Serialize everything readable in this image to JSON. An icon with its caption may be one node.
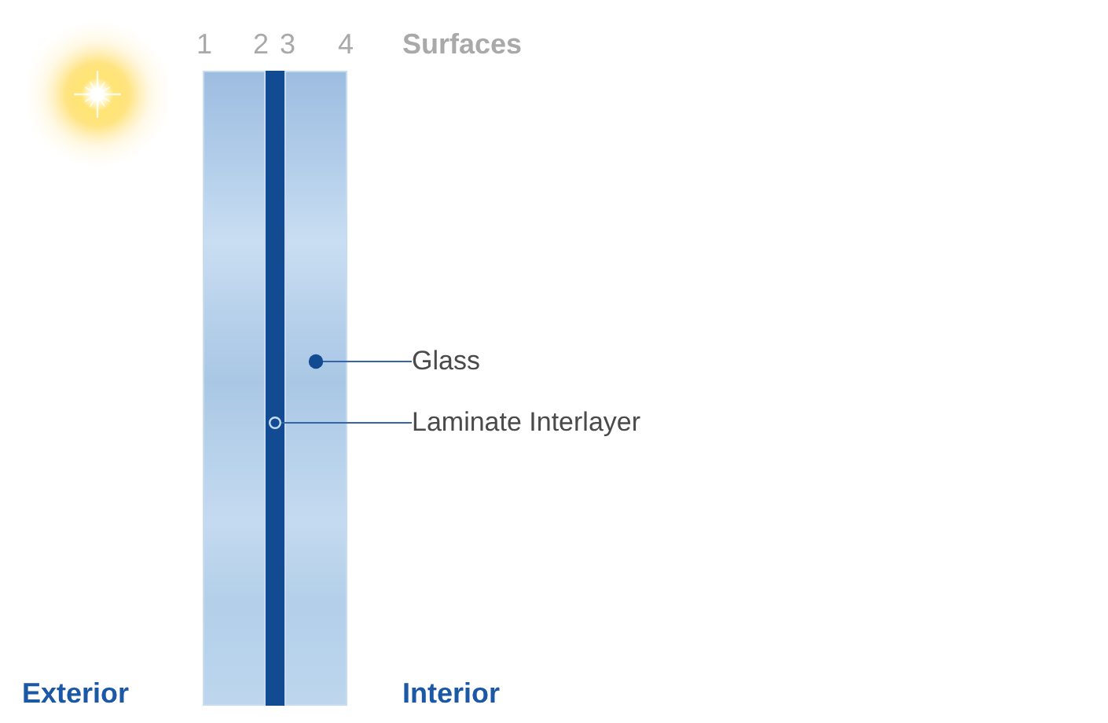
{
  "diagram": {
    "nodes": [
      {
        "text": [],
        "shape": "box"
      },
      {
        "text": [],
        "shape": "bar"
      },
      {
        "text": [],
        "shape": "box"
      },
      {
        "text": [
          "Glass"
        ]
      },
      {
        "text": [
          "Laminate Interlayer"
        ]
      }
    ],
    "edges": [
      {
        "from": 3,
        "to": 2,
        "arrow": "other"
      },
      {
        "from": 4,
        "to": 1,
        "arrow": "other"
      }
    ],
    "labels": [
      "1",
      "2",
      "3",
      "4",
      "Surfaces",
      "Exterior",
      "Interior"
    ]
  }
}
